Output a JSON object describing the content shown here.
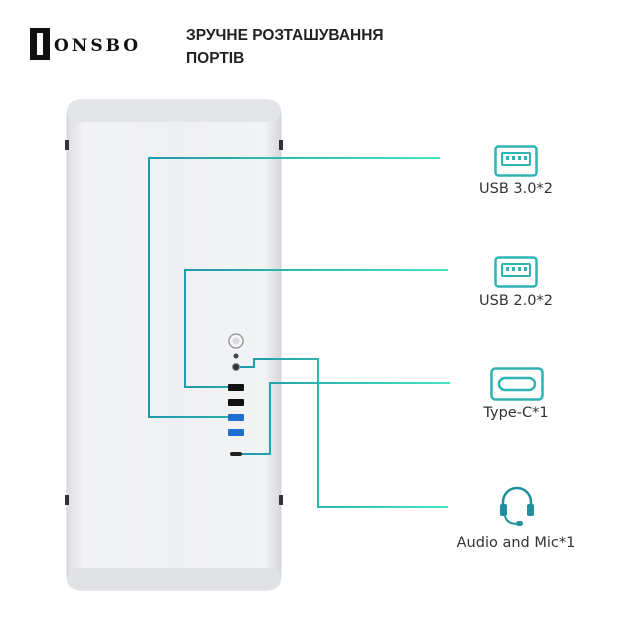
{
  "brand": {
    "logo_text": "ONSBO"
  },
  "headline": {
    "line1": "ЗРУЧНЕ РОЗТАШУВАННЯ",
    "line2": "ПОРТІВ"
  },
  "ports": [
    {
      "label": "USB 3.0*2",
      "icon": "usb-port-icon"
    },
    {
      "label": "USB 2.0*2",
      "icon": "usb-port-icon"
    },
    {
      "label": "Type-C*1",
      "icon": "usb-type-c-icon"
    },
    {
      "label": "Audio and Mic*1",
      "icon": "headset-mic-icon"
    }
  ],
  "colors": {
    "accent": "#2fd3c0",
    "accent_dark": "#1e9aa8",
    "case": "#e9eaec",
    "usb3": "#1f6fd1",
    "usb2": "#111111"
  }
}
